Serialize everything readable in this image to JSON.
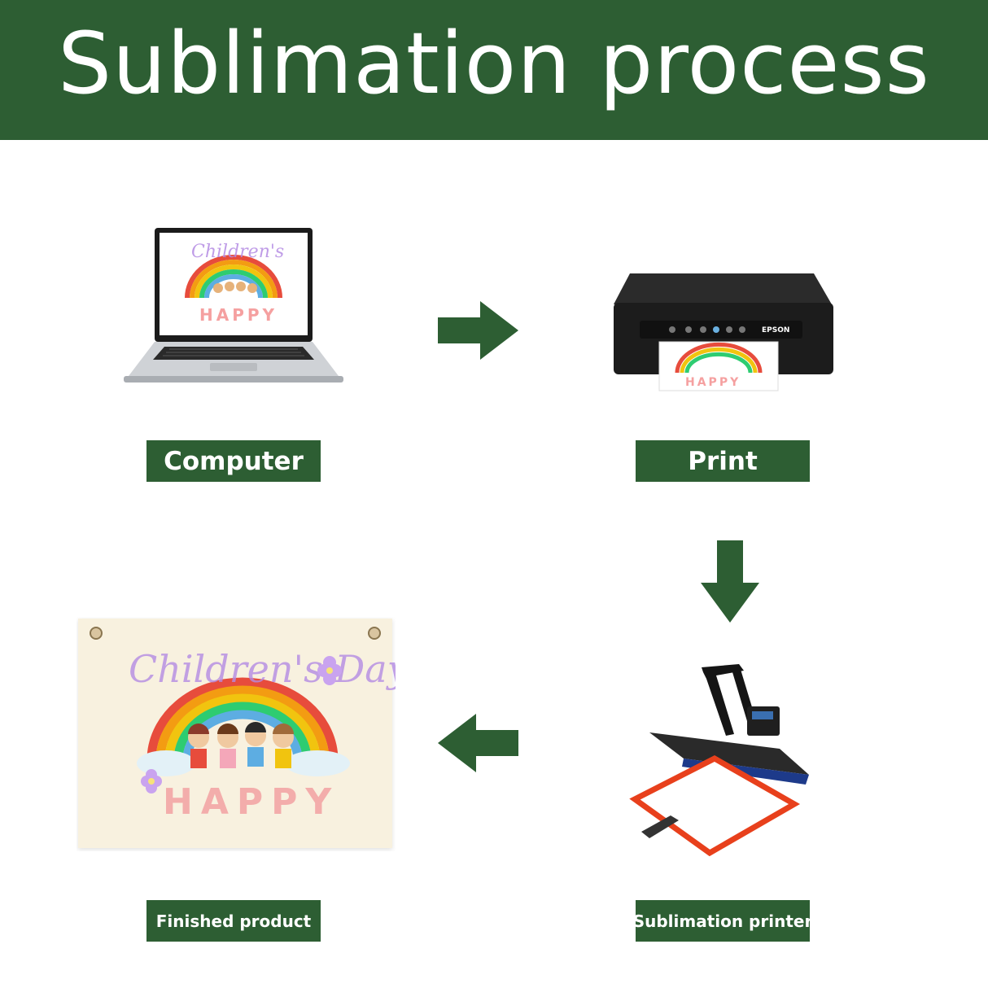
{
  "title": "Sublimation process",
  "steps": {
    "computer": "Computer",
    "print": "Print",
    "sublimation_printer": "Sublimation printer",
    "finished_product": "Finished product"
  },
  "design": {
    "headline": "Children's Day",
    "subline": "HAPPY"
  },
  "printer_brand": "EPSON",
  "colors": {
    "brand_green": "#2d5e33",
    "press_frame": "#e8401c",
    "canvas": "#f8f1df"
  },
  "icons": [
    "laptop-icon",
    "printer-icon",
    "heat-press-icon",
    "banner-image",
    "arrow-right-icon",
    "arrow-down-icon",
    "arrow-left-icon"
  ]
}
